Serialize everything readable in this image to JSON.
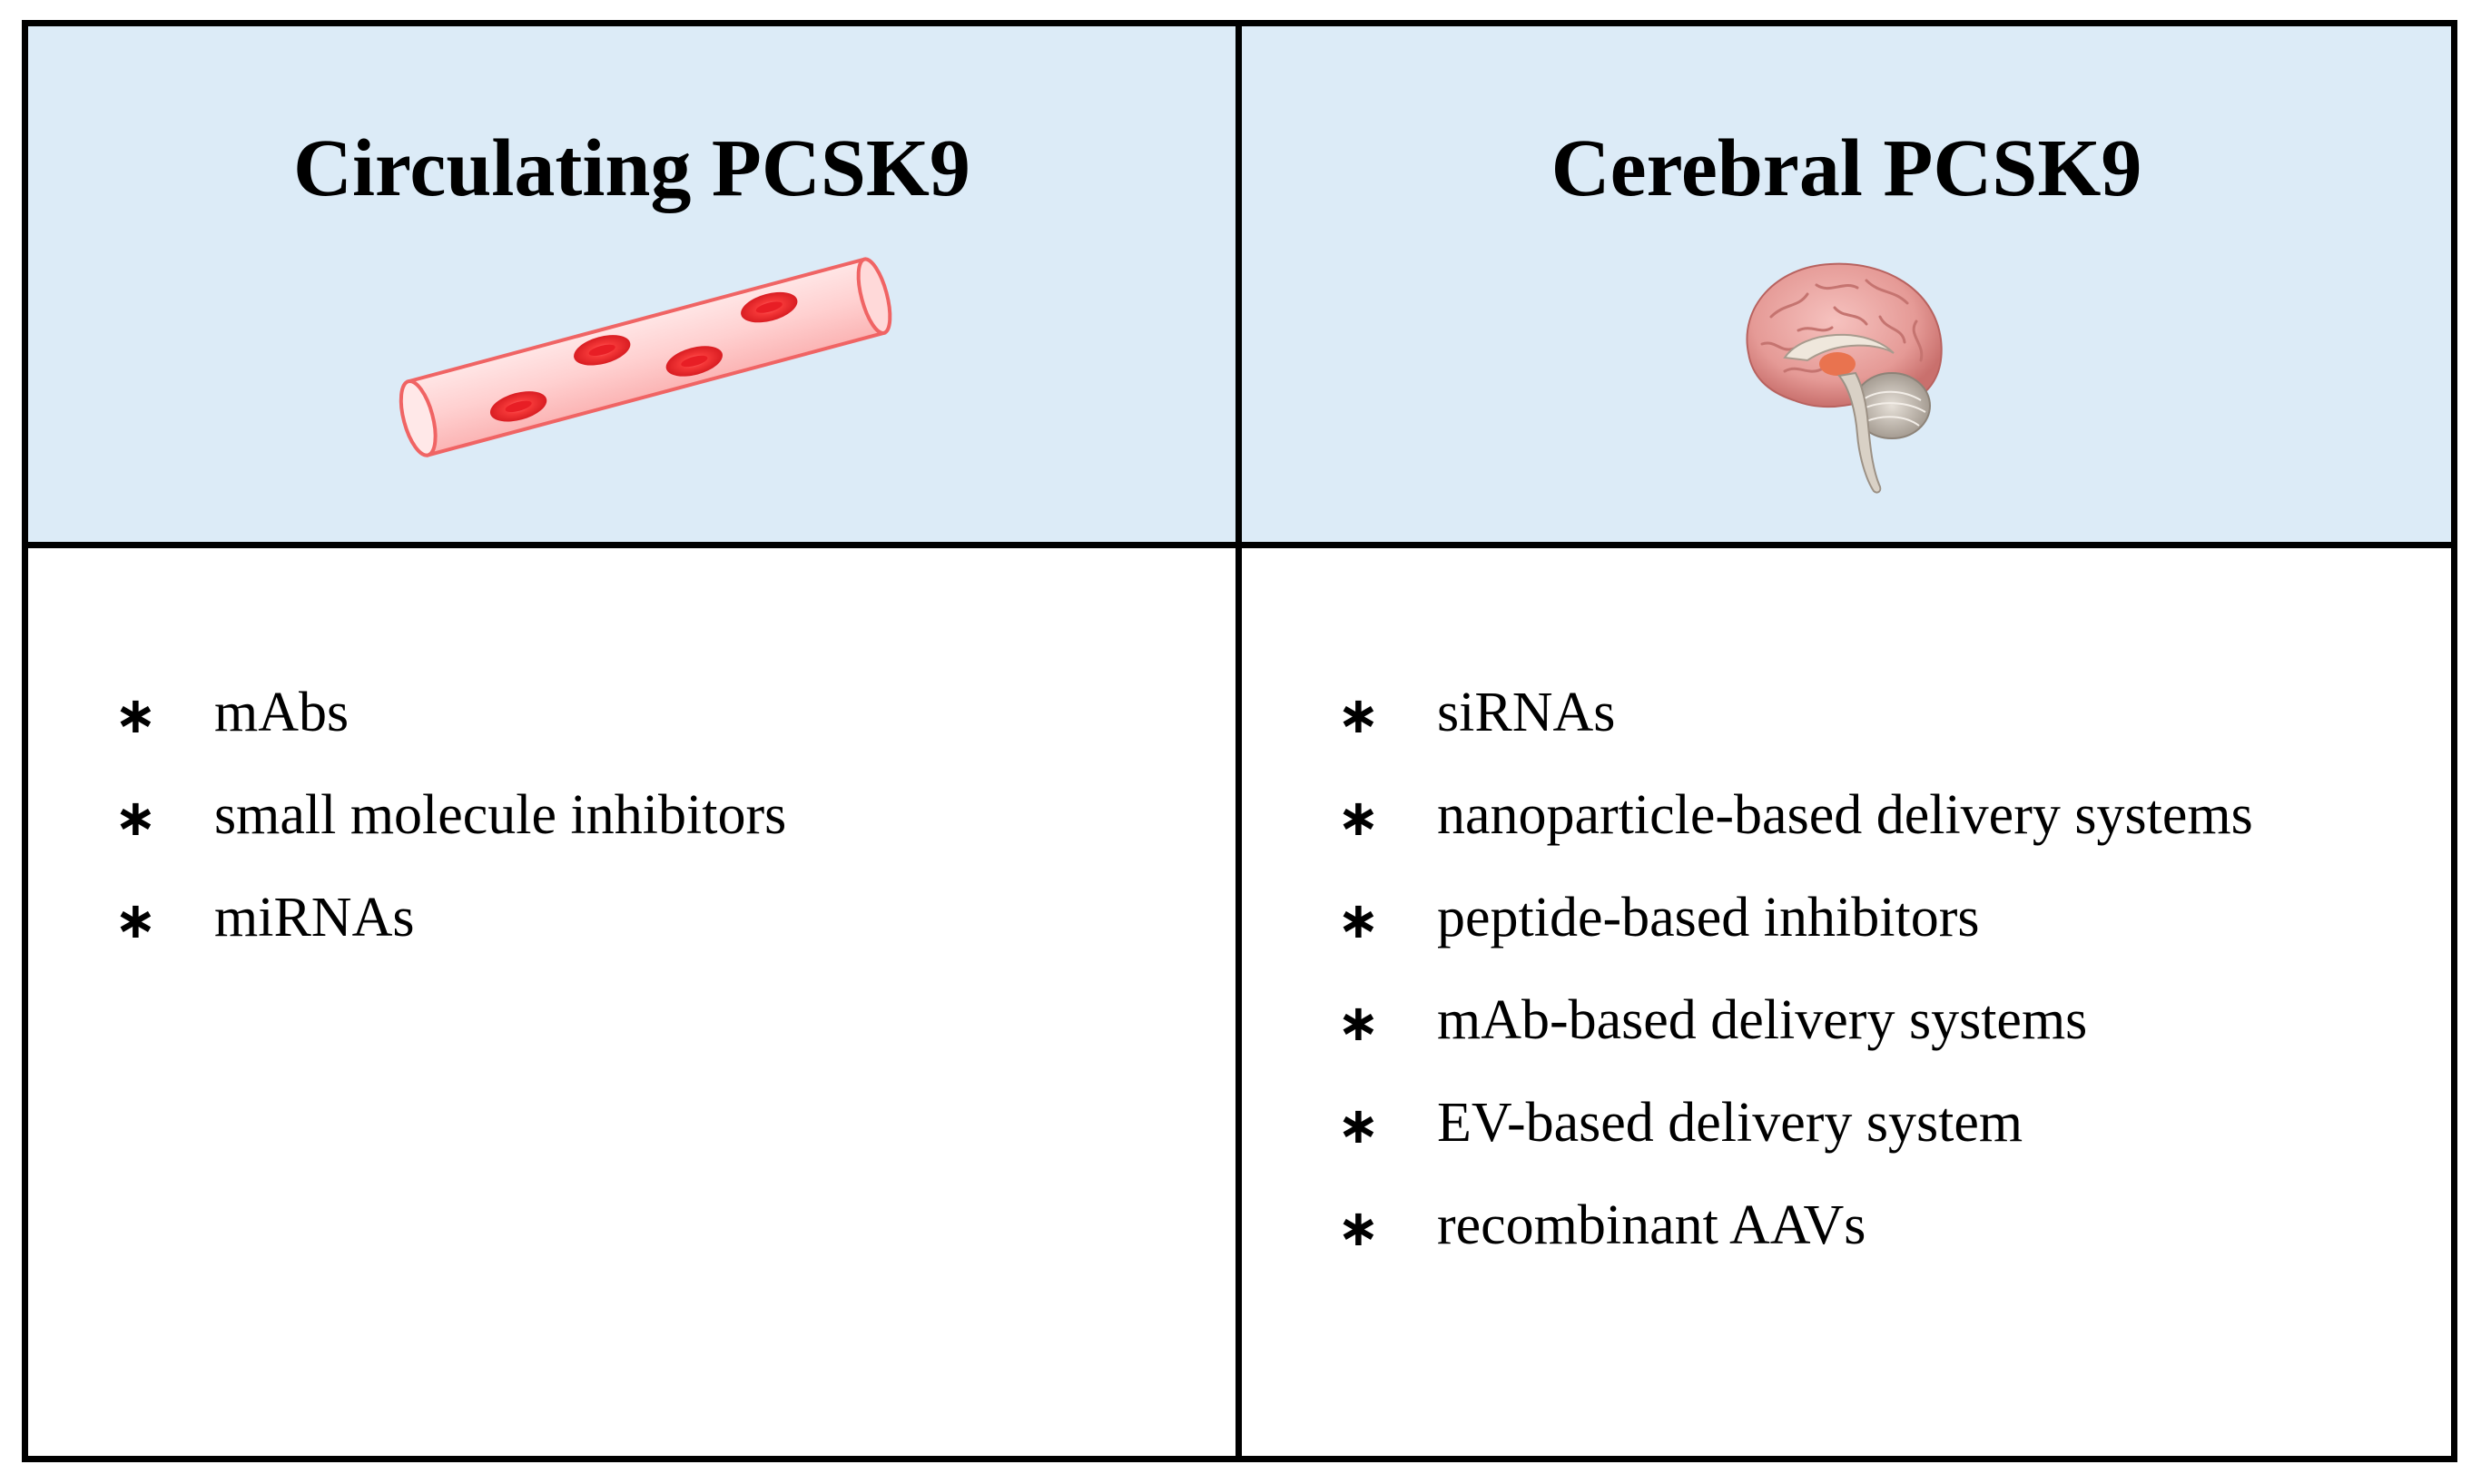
{
  "left_panel": {
    "title": "Circulating PCSK9",
    "illustration": "blood-vessel-icon",
    "bullet": "∗",
    "items": [
      "mAbs",
      "small molecule inhibitors",
      "miRNAs"
    ]
  },
  "right_panel": {
    "title": "Cerebral PCSK9",
    "illustration": "brain-icon",
    "bullet": "∗",
    "items": [
      "siRNAs",
      "nanoparticle-based delivery systems",
      "peptide-based inhibitors",
      "mAb-based delivery systems",
      "EV-based delivery system",
      "recombinant AAVs"
    ]
  },
  "colors": {
    "header_bg": "#dcebf7",
    "vessel": "#f26b6b",
    "blood_cell": "#e8262a",
    "brain": "#e9a3a0"
  }
}
